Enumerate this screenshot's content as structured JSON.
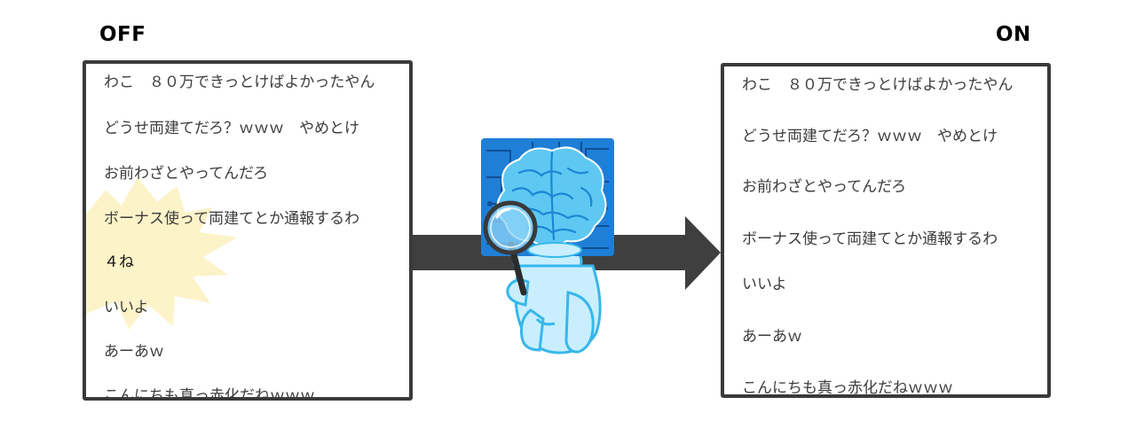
{
  "labels": {
    "off": "OFF",
    "on": "ON"
  },
  "off_panel": {
    "messages": [
      "わこ　８０万できっとけばよかったやん",
      "どうせ両建てだろ？ｗｗｗ　やめとけ",
      "お前わざとやってんだろ",
      "ボーナス使って両建てとか通報するわ",
      "４ね",
      "いいよ",
      "あーあｗ",
      "こんにちも真っ赤化だねｗｗｗ"
    ],
    "highlight": "burst"
  },
  "on_panel": {
    "messages": [
      "わこ　８０万できっとけばよかったやん",
      "どうせ両建てだろ？ｗｗｗ　やめとけ",
      "お前わざとやってんだろ",
      "ボーナス使って両建てとか通報するわ",
      "いいよ",
      "あーあｗ",
      "こんにちも真っ赤化だねｗｗｗ"
    ]
  },
  "center": {
    "icons": [
      "arrow-right-icon",
      "ai-brain-icon",
      "magnifier-icon",
      "robot-figure-icon"
    ]
  },
  "colors": {
    "border": "#3a3a3a",
    "arrow": "#3f3f3f",
    "burst": "#fdf3c9",
    "brain_bg": "#1f7fd6",
    "brain": "#5ec8f3",
    "robot": "#c9efff"
  }
}
